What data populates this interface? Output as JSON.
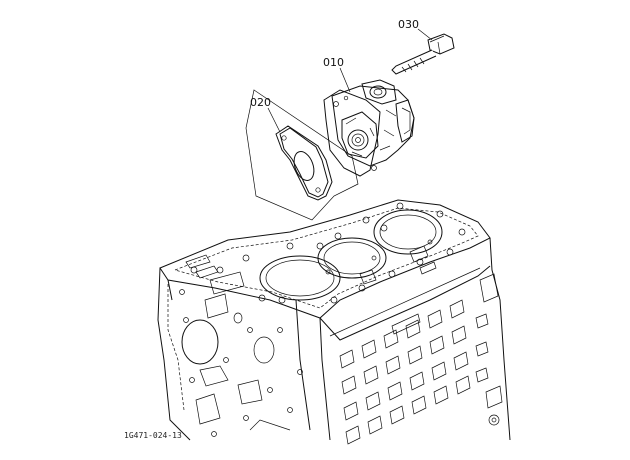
{
  "callouts": {
    "part_030": "030",
    "part_010": "010",
    "part_020": "020"
  },
  "drawing_id": "1G471-024-13",
  "parts": [
    {
      "callout": "030",
      "icon": "bolt-icon"
    },
    {
      "callout": "010",
      "icon": "pump-icon"
    },
    {
      "callout": "020",
      "icon": "gasket-icon"
    }
  ],
  "ink_color": "#111111",
  "background_color": "#ffffff"
}
